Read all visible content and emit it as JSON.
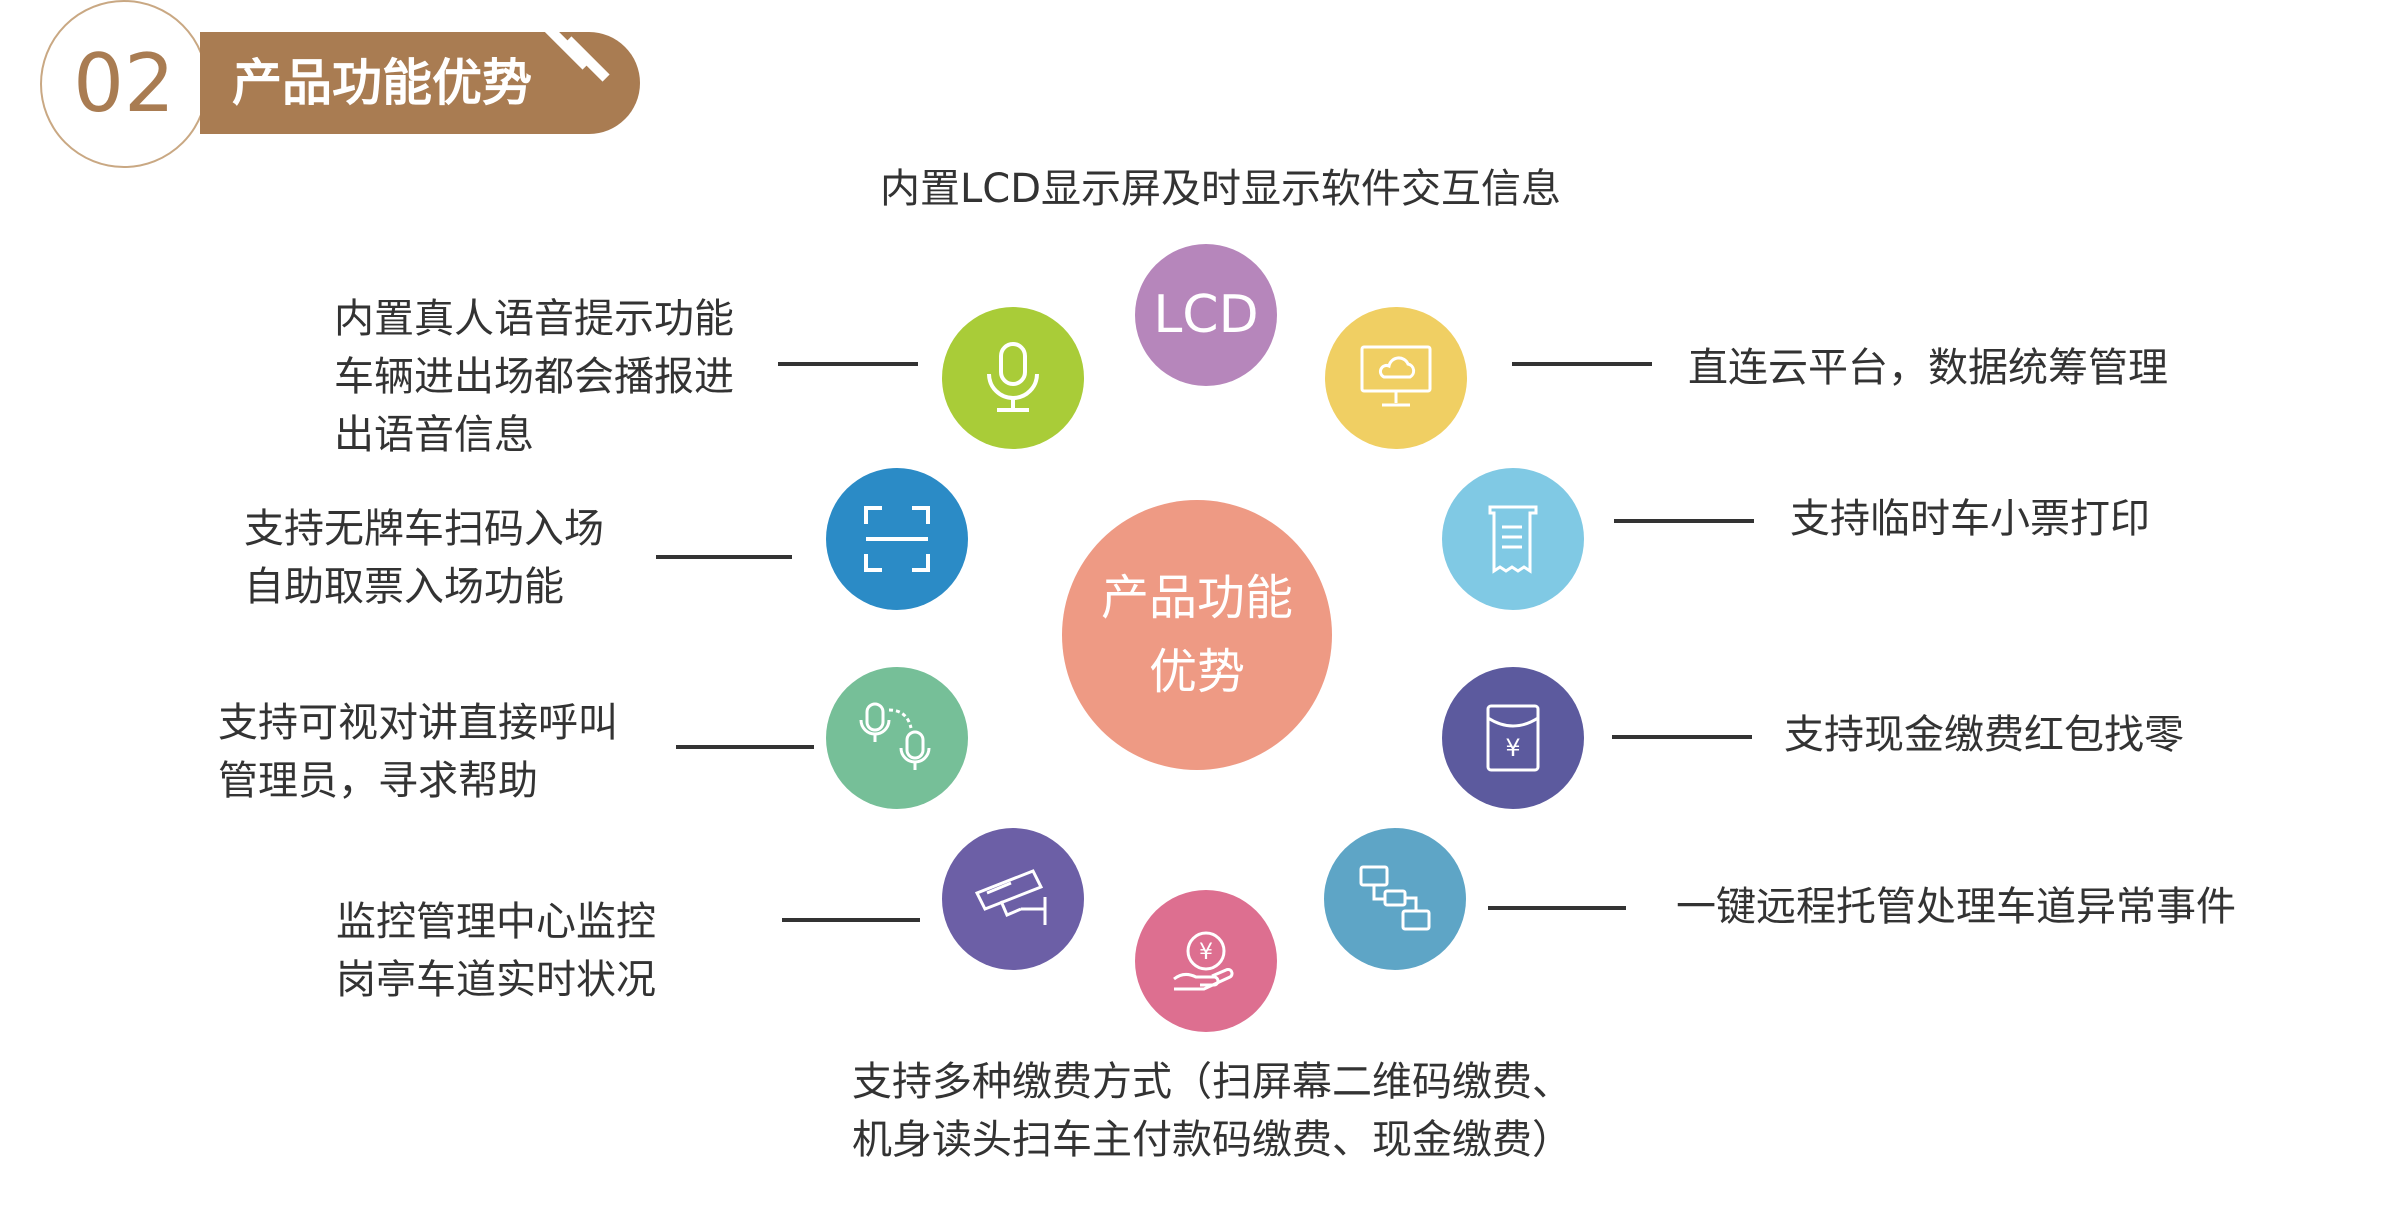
{
  "header": {
    "number": "02",
    "title": "产品功能优势"
  },
  "center": {
    "line1": "产品功能",
    "line2": "优势"
  },
  "lcd_icon_text": "LCD",
  "features": {
    "lcd_display": "内置LCD显示屏及时显示软件交互信息",
    "voice_prompt": [
      "内置真人语音提示功能",
      "车辆进出场都会播报进",
      "出语音信息"
    ],
    "cloud_platform": "直连云平台，数据统筹管理",
    "scan_code": [
      "支持无牌车扫码入场",
      "自助取票入场功能"
    ],
    "ticket_print": "支持临时车小票打印",
    "intercom": [
      "支持可视对讲直接呼叫",
      "管理员，寻求帮助"
    ],
    "cash_change": "支持现金缴费红包找零",
    "monitor": [
      "监控管理中心监控",
      "岗亭车道实时状况"
    ],
    "remote_hosting": "一键远程托管处理车道异常事件",
    "payment": [
      "支持多种缴费方式（扫屏幕二维码缴费、",
      "机身读头扫车主付款码缴费、现金缴费）"
    ]
  },
  "colors": {
    "brand": "#a97c52",
    "center": "#ee9a84",
    "lcd": "#b686bb",
    "cloud": "#f0cf63",
    "ticket": "#80c9e4",
    "cash": "#5c5a9e",
    "network": "#5ea5c6",
    "payment": "#dd6f90",
    "camera": "#6c5fa6",
    "intercom": "#76bf98",
    "scan": "#2b8bc6",
    "mic": "#a9cc38"
  }
}
